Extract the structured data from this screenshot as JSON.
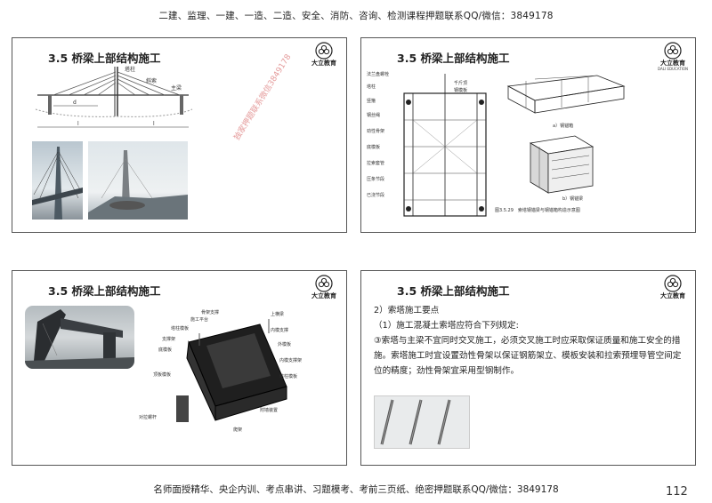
{
  "header": {
    "text": "二建、监理、一建、一造、二造、安全、消防、咨询、检测课程押题联系QQ/微信：3849178"
  },
  "footer": {
    "text": "名师面授精华、央企内训、考点串讲、习题模考、考前三页纸、绝密押题联系QQ/微信：3849178"
  },
  "page_number": "112",
  "logo": {
    "name": "大立教育",
    "sub": "DALI EDUCATION"
  },
  "slides": [
    {
      "title": "3.5 桥梁上部结构施工",
      "diagram_labels": {
        "tower": "塔柱",
        "cable": "斜索",
        "girder": "主梁",
        "d": "d",
        "l1": "l",
        "l2": "l"
      },
      "watermark": "独家押题联系微信3849178"
    },
    {
      "title": "3.5 桥梁上部结构施工",
      "labels_left": [
        "法兰盘螺栓",
        "塔柱",
        "竖箍",
        "钢丝绳",
        "劲性骨架",
        "底模板",
        "拉索套管",
        "压条节段",
        "已浇节段"
      ],
      "labels_right": [
        "千斤顶",
        "钢模板",
        "a）钢锚箱",
        "b）钢锚梁"
      ],
      "caption": "图3.5.29　索塔钢锚梁与钢锚箱构造示意图"
    },
    {
      "title": "3.5 桥梁上部结构施工",
      "labels": [
        "骨架支撑",
        "施工平台",
        "塔柱模板",
        "支撑架",
        "底模板",
        "上横梁",
        "内模支撑",
        "外模板",
        "内模支撑架",
        "塔柱模板",
        "顶板模板",
        "附墙装置",
        "爬架",
        "对拉螺杆"
      ]
    },
    {
      "title": "3.5 桥梁上部结构施工",
      "lines": [
        "2）索塔施工要点",
        "（1）施工混凝土索塔应符合下列规定:",
        "③索塔与主梁不宜同时交叉施工，必须交叉施工时应采取保证质量和施工安全的措施。索塔施工时宜设置劲性骨架以保证钢筋架立、模板安装和拉索预埋导管空间定位的精度；劲性骨架宜采用型钢制作。"
      ]
    }
  ]
}
